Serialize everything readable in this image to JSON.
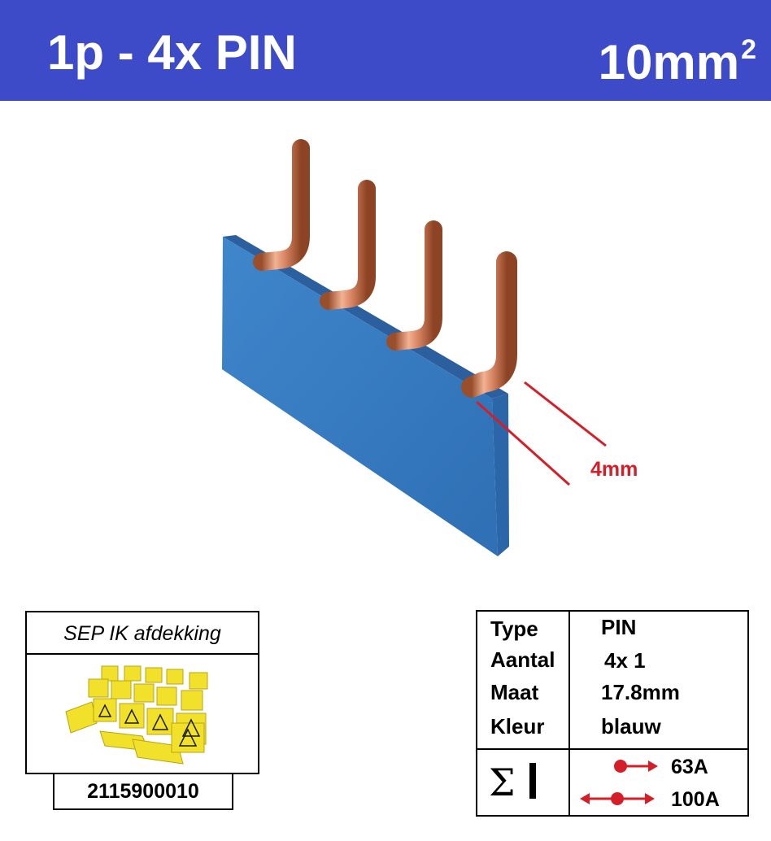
{
  "header": {
    "title": "1p - 4x PIN",
    "size_value": "10mm",
    "size_exponent": "2",
    "background": "#3d4bc9"
  },
  "product": {
    "dimension_label": "4mm",
    "bar_color": "#3a7fc6",
    "pin_color": "#cf7f5a",
    "annotation_color": "#d41f28"
  },
  "accessory": {
    "title": "SEP IK afdekking",
    "code": "2115900010",
    "color": "#f2e12a"
  },
  "specs": {
    "rows": [
      {
        "label": "Type",
        "value": "PIN"
      },
      {
        "label": "Aantal",
        "value": "4x 1"
      },
      {
        "label": "Maat",
        "value": "17.8mm"
      },
      {
        "label": "Kleur",
        "value": "blauw"
      }
    ],
    "current_symbol": "Σ",
    "currents": [
      {
        "value": "63A",
        "arrow": "single-feed-arrow-icon"
      },
      {
        "value": "100A",
        "arrow": "center-feed-arrow-icon"
      }
    ]
  }
}
